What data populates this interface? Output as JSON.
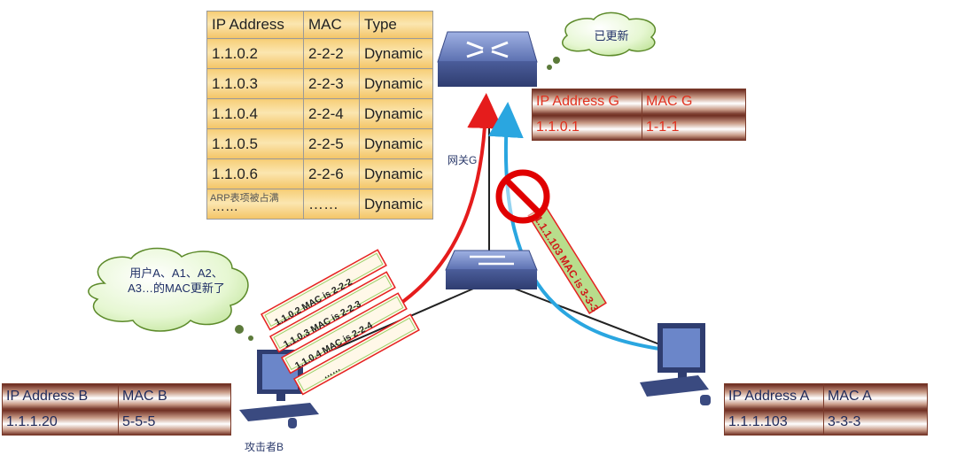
{
  "arp_table": {
    "headers": [
      "IP Address",
      "MAC",
      "Type"
    ],
    "rows": [
      [
        "1.1.0.2",
        "2-2-2",
        "Dynamic"
      ],
      [
        "1.1.0.3",
        "2-2-3",
        "Dynamic"
      ],
      [
        "1.1.0.4",
        "2-2-4",
        "Dynamic"
      ],
      [
        "1.1.0.5",
        "2-2-5",
        "Dynamic"
      ],
      [
        "1.1.0.6",
        "2-2-6",
        "Dynamic"
      ]
    ],
    "last_row": {
      "note": "ARP表项被占满",
      "ip": "……",
      "mac": "……",
      "type": "Dynamic"
    }
  },
  "gateway": {
    "label": "网关G",
    "cloud_text": "已更新",
    "table": {
      "headers": [
        "IP Address G",
        "MAC G"
      ],
      "row": [
        "1.1.0.1",
        "1-1-1"
      ]
    }
  },
  "attacker": {
    "label": "攻击者B",
    "cloud_text": "用户A、A1、A2、A3…的MAC更新了",
    "table": {
      "headers": [
        "IP Address B",
        "MAC B"
      ],
      "row": [
        "1.1.1.20",
        "5-5-5"
      ]
    },
    "packets": [
      "1.1.0.2 MAC is 2-2-2",
      "1.1.0.3 MAC is 2-2-3",
      "1.1.0.4 MAC is 2-2-4",
      "……"
    ]
  },
  "user_a": {
    "table": {
      "headers": [
        "IP Address A",
        "MAC A"
      ],
      "row": [
        "1.1.1.103",
        "3-3-3"
      ]
    },
    "blocked_packet": "1.1.1.103 MAC is 3-3-3"
  },
  "colors": {
    "attack_arrow": "#e51c1c",
    "legit_arrow": "#2aa6e0",
    "device": "#5a6fb0",
    "packet_fill": "#fff8e8",
    "packet_border": "#e52020",
    "packet_inner": "#9ccf6a",
    "prohibit": "#e00000"
  }
}
